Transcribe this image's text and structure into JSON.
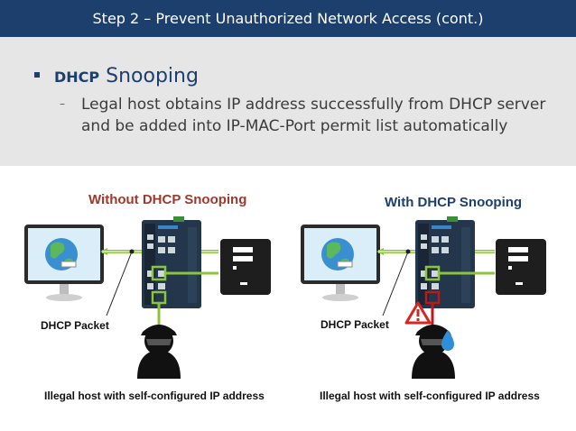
{
  "header": {
    "title": "Step 2 – Prevent Unauthorized Network Access (cont.)"
  },
  "bullet": {
    "title_strong": "DHCP",
    "title_rest": " Snooping",
    "dash": "–",
    "description": "Legal host obtains IP address successfully from DHCP server and be added into IP-MAC-Port permit list automatically"
  },
  "panels": {
    "left": {
      "title": "Without DHCP Snooping",
      "packet_label": "DHCP Packet",
      "caption": "Illegal host with self-configured IP address"
    },
    "right": {
      "title": "With DHCP Snooping",
      "packet_label": "DHCP Packet",
      "caption": "Illegal host with self-configured IP address"
    }
  },
  "colors": {
    "header_bg": "#1c3f6e",
    "band_bg": "#e6e6e6",
    "left_title": "#a0392c",
    "right_title": "#1c3f6e",
    "link_green": "#8cc43c",
    "highlight_red": "#c0171b",
    "warning_red": "#d9241f"
  },
  "icons": [
    "monitor-icon",
    "globe-icon",
    "switch-icon",
    "server-icon",
    "hacker-icon",
    "warning-icon",
    "blocked-drop-icon"
  ]
}
